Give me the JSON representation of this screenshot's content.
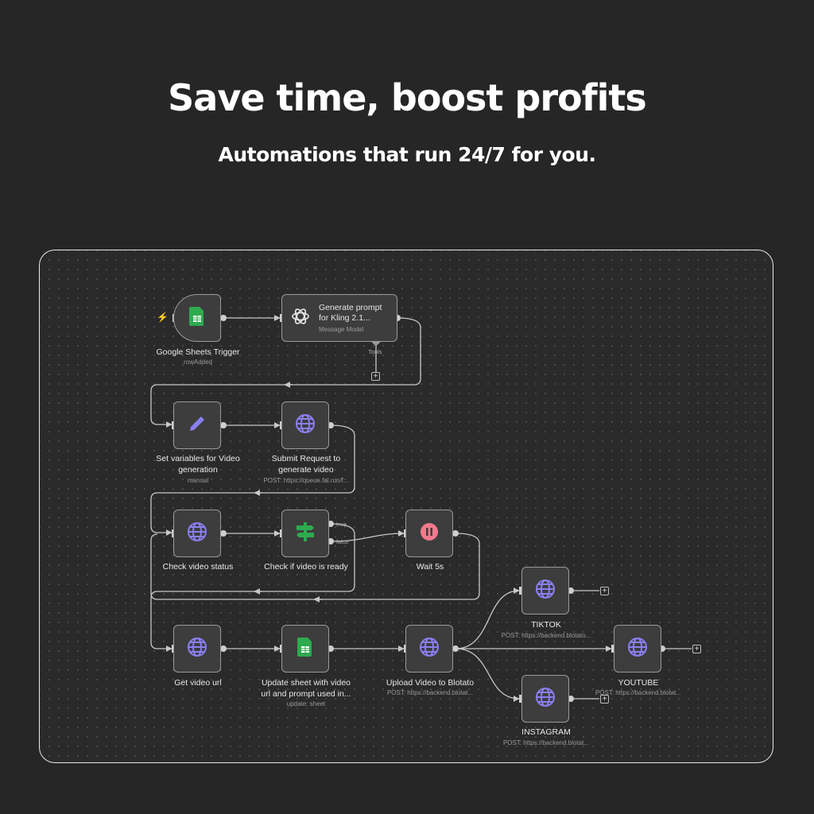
{
  "header": {
    "title": "Save time, boost profits",
    "subtitle": "Automations that run 24/7 for you."
  },
  "colors": {
    "background": "#262626",
    "canvas_border": "#e8e8e8",
    "node_fill": "#3d3d3d",
    "globe_icon": "#8b7ff0",
    "sheets_icon": "#2eaa4f",
    "pause_icon": "#f27a8d",
    "wire": "#c8c8c8"
  },
  "nodes": {
    "sheets_trigger": {
      "icon": "google-sheets-icon",
      "label": "Google Sheets Trigger",
      "sub": "rowAdded"
    },
    "generate_prompt": {
      "icon": "openai-icon",
      "title_line1": "Generate prompt",
      "title_line2": "for Kling 2.1...",
      "sub": "Message Model",
      "tools_label": "Tools"
    },
    "set_variables": {
      "icon": "pencil-icon",
      "label_line1": "Set variables for Video",
      "label_line2": "generation",
      "sub": "manual"
    },
    "submit_request": {
      "icon": "globe-icon",
      "label_line1": "Submit Request to",
      "label_line2": "generate video",
      "sub": "POST: https://queue.fal.run/f..."
    },
    "check_status": {
      "icon": "globe-icon",
      "label": "Check video status"
    },
    "check_ready": {
      "icon": "signpost-icon",
      "label": "Check if video is ready",
      "true_label": "true",
      "false_label": "false"
    },
    "wait": {
      "icon": "pause-icon",
      "label": "Wait 5s"
    },
    "get_url": {
      "icon": "globe-icon",
      "label": "Get video url"
    },
    "update_sheet": {
      "icon": "google-sheets-icon",
      "label_line1": "Update sheet with video",
      "label_line2": "url and prompt used in...",
      "sub": "update: sheet"
    },
    "upload_blotato": {
      "icon": "globe-icon",
      "label": "Upload Video to Blotato",
      "sub": "POST: https://backend.blotat..."
    },
    "tiktok": {
      "icon": "globe-icon",
      "label": "TIKTOK",
      "sub": "POST: https://backend.blotato..."
    },
    "youtube": {
      "icon": "globe-icon",
      "label": "YOUTUBE",
      "sub": "POST: https://backend.blotat..."
    },
    "instagram": {
      "icon": "globe-icon",
      "label": "INSTAGRAM",
      "sub": "POST: https://backend.blotat..."
    }
  }
}
